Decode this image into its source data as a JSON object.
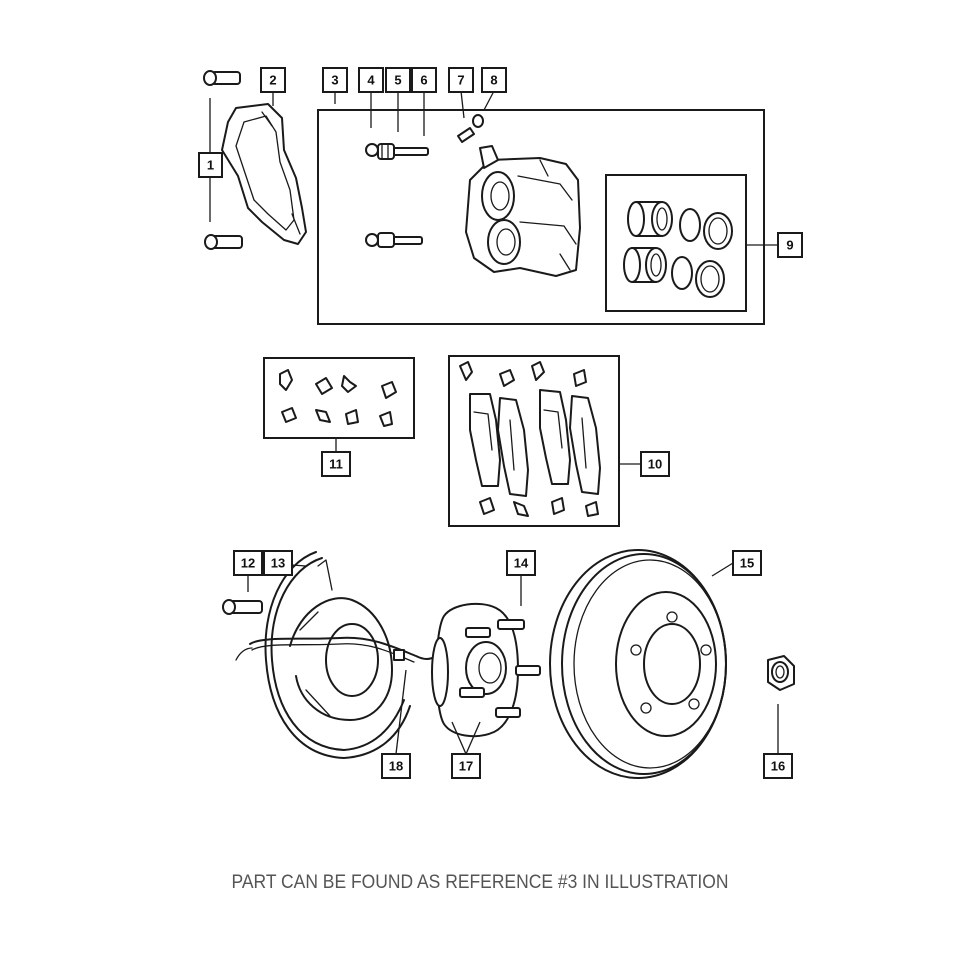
{
  "callouts": [
    {
      "id": "1",
      "label": "1"
    },
    {
      "id": "2",
      "label": "2"
    },
    {
      "id": "3",
      "label": "3"
    },
    {
      "id": "4",
      "label": "4"
    },
    {
      "id": "5",
      "label": "5"
    },
    {
      "id": "6",
      "label": "6"
    },
    {
      "id": "7",
      "label": "7"
    },
    {
      "id": "8",
      "label": "8"
    },
    {
      "id": "9",
      "label": "9"
    },
    {
      "id": "10",
      "label": "10"
    },
    {
      "id": "11",
      "label": "11"
    },
    {
      "id": "12",
      "label": "12"
    },
    {
      "id": "13",
      "label": "13"
    },
    {
      "id": "14",
      "label": "14"
    },
    {
      "id": "15",
      "label": "15"
    },
    {
      "id": "16",
      "label": "16"
    },
    {
      "id": "17",
      "label": "17"
    },
    {
      "id": "18",
      "label": "18"
    }
  ],
  "footnote": "PART CAN BE FOUND AS REFERENCE #3 IN ILLUSTRATION",
  "colors": {
    "line": "#1a1a1a",
    "footnote": "#555555",
    "background": "#ffffff"
  }
}
